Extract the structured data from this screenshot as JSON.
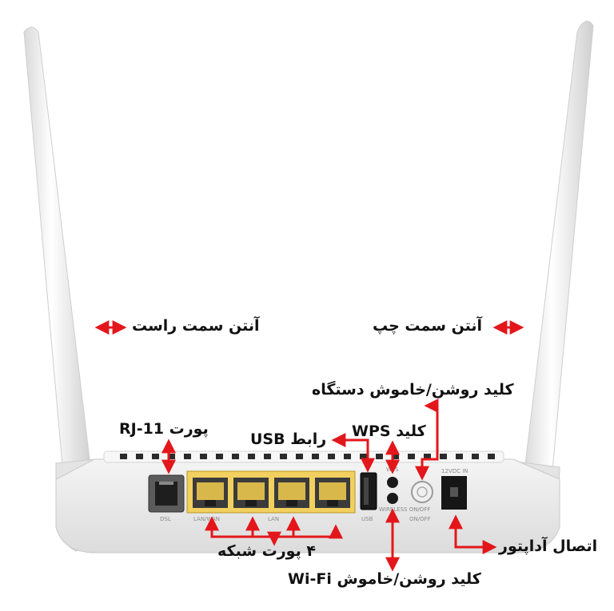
{
  "labels": {
    "right_antenna": "آنتن سمت راست",
    "left_antenna": "آنتن سمت چپ",
    "power_button": "کلید روشن/خاموش دستگاه",
    "rj11_port": "پورت RJ-11",
    "usb_interface": "رابط USB",
    "wps_button": "کلید WPS",
    "lan_ports": "۴ پورت شبکه",
    "adapter_connection": "اتصال آداپتور",
    "wifi_button": "کلید روشن/خاموش Wi-Fi"
  },
  "router_panel": {
    "dsl": "DSL",
    "lan_wan": "LAN/WAN",
    "lan": "LAN",
    "usb": "USB",
    "wps": "WPS",
    "wireless_onoff": "WIRELESS ON/OFF",
    "onoff": "ON/OFF",
    "dc_in": "12VDC IN"
  },
  "colors": {
    "arrow": "#e3171b",
    "port_yellow": "#e8c23e",
    "body": "#ececec"
  }
}
